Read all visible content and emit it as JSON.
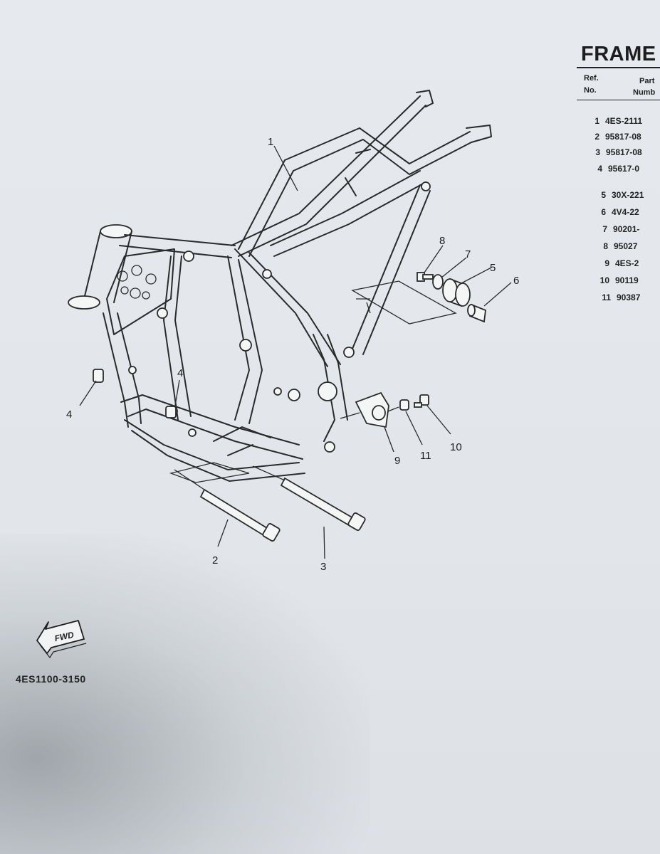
{
  "title": "FRAME",
  "table_header": {
    "ref_line1": "Ref.",
    "ref_line2": "No.",
    "part_line1": "Part",
    "part_line2": "Numb"
  },
  "parts": [
    {
      "ref": "1",
      "number": "4ES-2111"
    },
    {
      "ref": "2",
      "number": "95817-08"
    },
    {
      "ref": "3",
      "number": "95817-08"
    },
    {
      "ref": "4",
      "number": "95617-0"
    },
    {
      "ref": "5",
      "number": "30X-221"
    },
    {
      "ref": "6",
      "number": "4V4-22"
    },
    {
      "ref": "7",
      "number": "90201-"
    },
    {
      "ref": "8",
      "number": "95027"
    },
    {
      "ref": "9",
      "number": "4ES-2"
    },
    {
      "ref": "10",
      "number": "90119"
    },
    {
      "ref": "11",
      "number": "90387"
    }
  ],
  "callouts": {
    "c1": "1",
    "c2": "2",
    "c3": "3",
    "c4a": "4",
    "c4b": "4",
    "c5": "5",
    "c6": "6",
    "c7": "7",
    "c8": "8",
    "c9": "9",
    "c10": "10",
    "c11": "11"
  },
  "fwd_label": "FWD",
  "diagram_code": "4ES1100-3150",
  "icons": {
    "forward_arrow": "fwd-arrow-icon"
  }
}
